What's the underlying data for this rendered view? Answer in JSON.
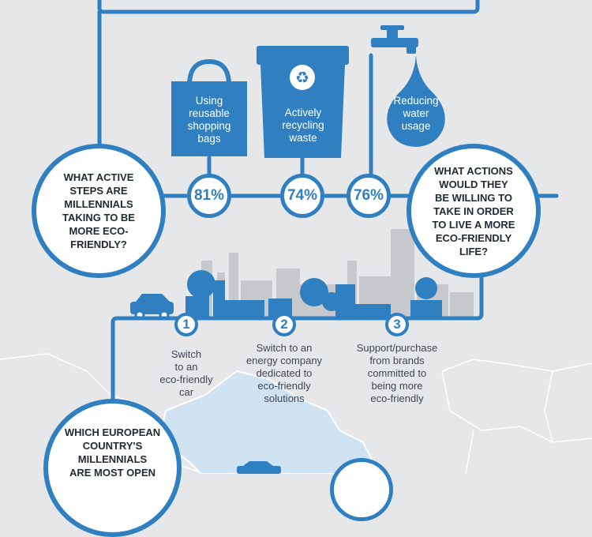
{
  "items": [
    {
      "label": "Using\nreusable\nshopping\nbags",
      "percent": "81%"
    },
    {
      "label": "Actively\nrecycling\nwaste",
      "percent": "74%"
    },
    {
      "label": "Reducing\nwater\nusage",
      "percent": "76%"
    }
  ],
  "question_left": "WHAT ACTIVE\nSTEPS ARE\nMILLENNIALS\nTAKING TO BE\nMORE ECO-\nFRIENDLY?",
  "question_right": "WHAT ACTIONS\nWOULD THEY\nBE WILLING TO\nTAKE IN ORDER\nTO LIVE A MORE\nECO-FRIENDLY\nLIFE?",
  "steps": [
    {
      "number": "1",
      "label": "Switch\nto an\neco-friendly\ncar"
    },
    {
      "number": "2",
      "label": "Switch to an\nenergy company\ndedicated to\neco-friendly\nsolutions"
    },
    {
      "number": "3",
      "label": "Support/purchase\nfrom brands\ncommitted to\nbeing more\neco-friendly"
    }
  ],
  "question_bottom": "WHICH EUROPEAN\nCOUNTRY'S\nMILLENNIALS\nARE MOST OPEN",
  "colors": {
    "primary": "#2f7fc1",
    "background": "#e6e7e9",
    "map_highlight": "#cfe3f3",
    "skyline": "#c6c8cb"
  }
}
